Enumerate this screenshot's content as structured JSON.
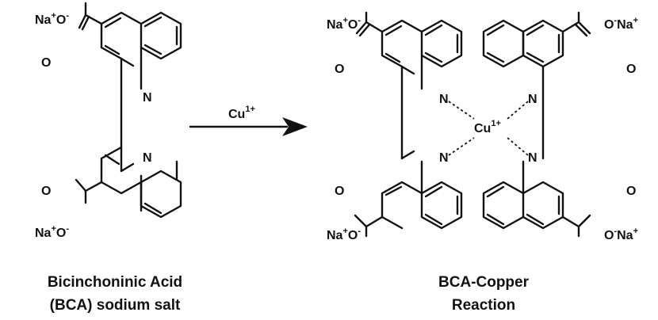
{
  "atoms": {
    "na": "Na",
    "o": "O",
    "n": "N",
    "cu": "Cu",
    "plus": "+",
    "minus": "-",
    "cu_charge": "1+"
  },
  "arrow_label": {
    "base": "Cu",
    "charge": "1+"
  },
  "captions": {
    "left_line1": "Bicinchoninic Acid",
    "left_line2": "(BCA) sodium salt",
    "right_line1": "BCA-Copper",
    "right_line2": "Reaction"
  }
}
